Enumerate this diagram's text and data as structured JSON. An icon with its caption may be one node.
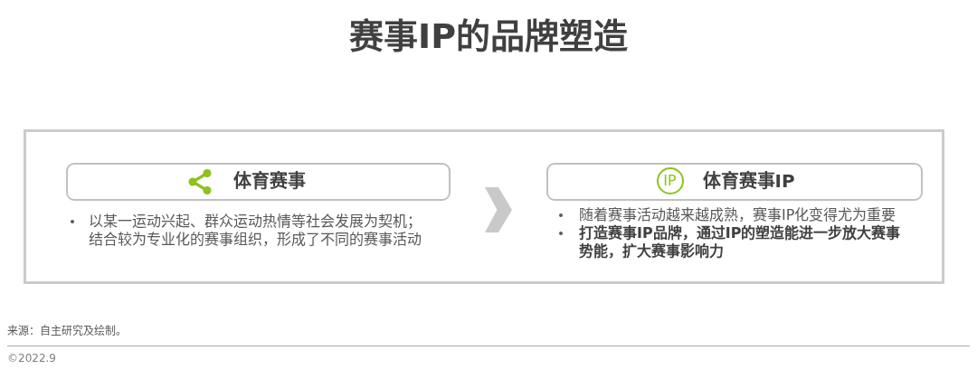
{
  "diagram": {
    "title": "赛事IP的品牌塑造",
    "nodes": [
      {
        "text": [],
        "shape": "box"
      },
      {
        "text": [
          "体育赛事"
        ],
        "in": 0,
        "beside": [
          "以某一运动兴起、群众运动热情等社会发展为契机；结合较为专业化的赛事组织，形成了不同的赛事活动"
        ]
      },
      {
        "text": [
          "体育赛事IP"
        ],
        "in": 0,
        "beside": [
          "随着赛事活动越来越成熟，赛事IP化变得尤为重要",
          "打造赛事IP品牌，通过IP的塑造能进一步放大赛事势能，扩大赛事影响力"
        ]
      },
      {
        "text": [
          "IP"
        ],
        "in": 2
      }
    ],
    "edges": [
      {
        "from": 1,
        "to": 2,
        "arrow": "to"
      }
    ],
    "labels": [
      "来源：自主研究及绘制。",
      "©2022.9"
    ]
  }
}
